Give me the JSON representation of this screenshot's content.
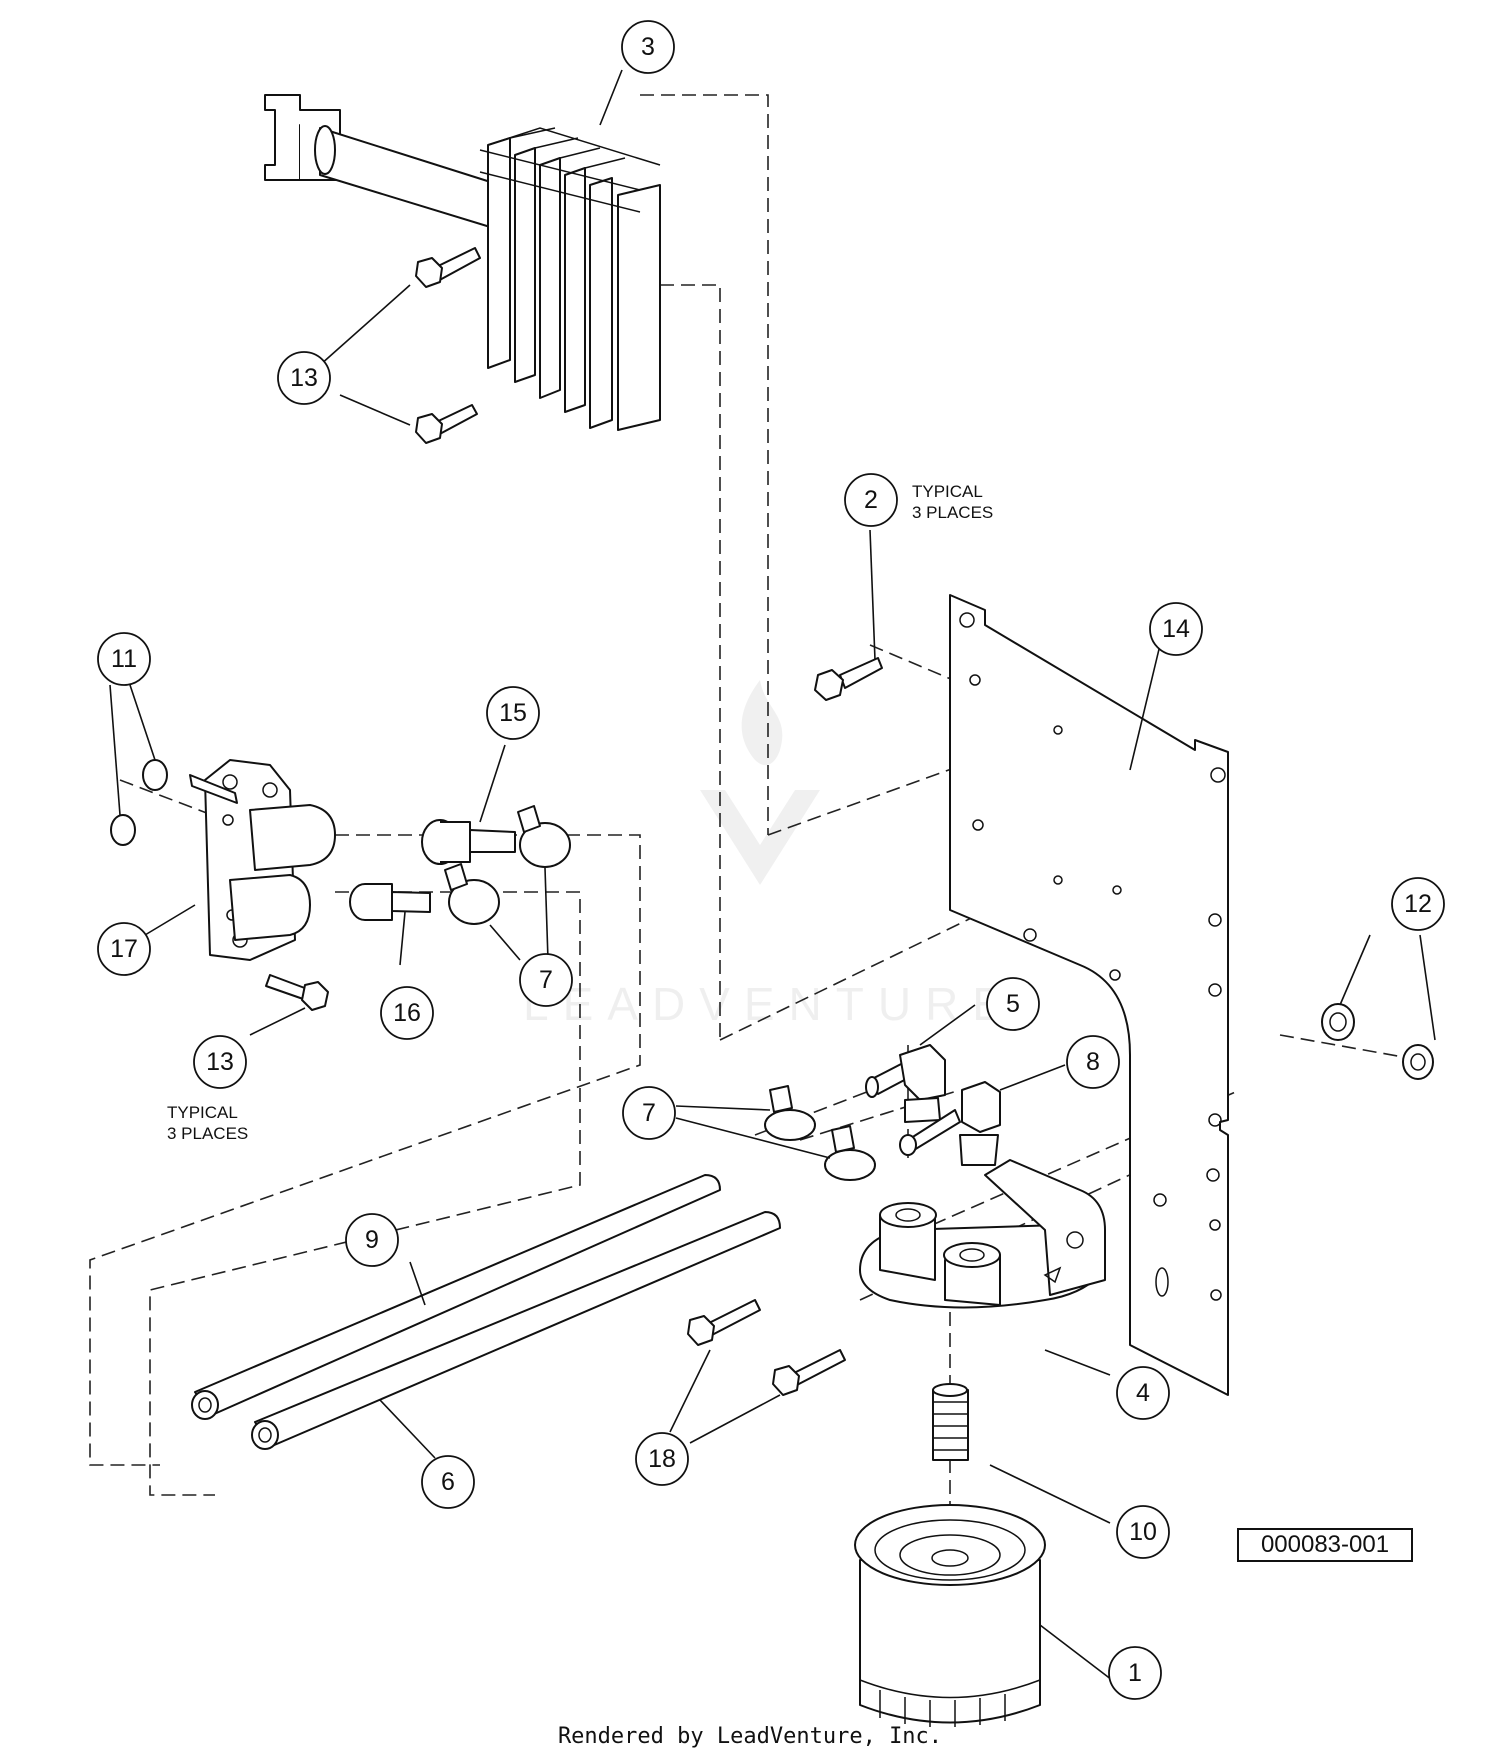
{
  "callouts": [
    "1",
    "2",
    "3",
    "4",
    "5",
    "6",
    "7",
    "8",
    "9",
    "10",
    "11",
    "12",
    "13",
    "14",
    "15",
    "16",
    "17",
    "18"
  ],
  "notes": {
    "typical_upper": [
      "TYPICAL",
      "3 PLACES"
    ],
    "typical_lower": [
      "TYPICAL",
      "3 PLACES"
    ]
  },
  "diagram_id": "000083-001",
  "credit": "Rendered by LeadVenture, Inc.",
  "watermark_brand": "LEADVENTURE",
  "colors": {
    "line": "#111111",
    "background": "#ffffff"
  }
}
